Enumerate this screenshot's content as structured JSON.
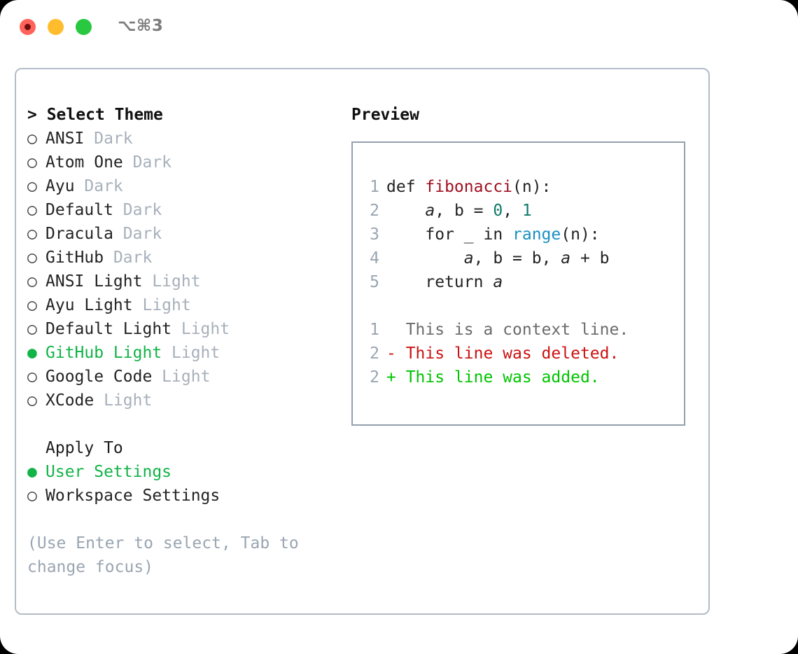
{
  "window": {
    "shortcut_label": "⌥⌘3",
    "traffic_lights": [
      {
        "name": "close",
        "color": "#ff625a"
      },
      {
        "name": "minimize",
        "color": "#ffbd2e"
      },
      {
        "name": "maximize",
        "color": "#28c840"
      }
    ]
  },
  "theme_picker": {
    "prompt_prefix": "> ",
    "title": "Select Theme",
    "marker_selected": "●",
    "marker_unselected": "○",
    "items": [
      {
        "name": "ANSI",
        "kind": "Dark",
        "selected": false
      },
      {
        "name": "Atom One",
        "kind": "Dark",
        "selected": false
      },
      {
        "name": "Ayu",
        "kind": "Dark",
        "selected": false
      },
      {
        "name": "Default",
        "kind": "Dark",
        "selected": false
      },
      {
        "name": "Dracula",
        "kind": "Dark",
        "selected": false
      },
      {
        "name": "GitHub",
        "kind": "Dark",
        "selected": false
      },
      {
        "name": "ANSI Light",
        "kind": "Light",
        "selected": false
      },
      {
        "name": "Ayu Light",
        "kind": "Light",
        "selected": false
      },
      {
        "name": "Default Light",
        "kind": "Light",
        "selected": false
      },
      {
        "name": "GitHub Light",
        "kind": "Light",
        "selected": true
      },
      {
        "name": "Google Code",
        "kind": "Light",
        "selected": false
      },
      {
        "name": "XCode",
        "kind": "Light",
        "selected": false
      }
    ]
  },
  "apply_to": {
    "title": "Apply To",
    "items": [
      {
        "name": "User Settings",
        "selected": true
      },
      {
        "name": "Workspace Settings",
        "selected": false
      }
    ]
  },
  "hint": {
    "line1": "(Use Enter to select, Tab to",
    "line2": "change focus)"
  },
  "preview": {
    "title": "Preview",
    "code": [
      {
        "lno": "1",
        "tokens": [
          {
            "t": "def ",
            "c": "plain"
          },
          {
            "t": "fibonacci",
            "c": "func"
          },
          {
            "t": "(n):",
            "c": "plain"
          }
        ]
      },
      {
        "lno": "2",
        "tokens": [
          {
            "t": "    ",
            "c": "plain"
          },
          {
            "t": "a",
            "c": "var"
          },
          {
            "t": ", ",
            "c": "plain"
          },
          {
            "t": "b",
            "c": "plain"
          },
          {
            "t": " = ",
            "c": "plain"
          },
          {
            "t": "0",
            "c": "num"
          },
          {
            "t": ", ",
            "c": "plain"
          },
          {
            "t": "1",
            "c": "num"
          }
        ]
      },
      {
        "lno": "3",
        "tokens": [
          {
            "t": "    for _ in ",
            "c": "plain"
          },
          {
            "t": "range",
            "c": "builtin"
          },
          {
            "t": "(n):",
            "c": "plain"
          }
        ]
      },
      {
        "lno": "4",
        "tokens": [
          {
            "t": "        ",
            "c": "plain"
          },
          {
            "t": "a",
            "c": "var"
          },
          {
            "t": ", b = b, ",
            "c": "plain"
          },
          {
            "t": "a",
            "c": "var"
          },
          {
            "t": " + b",
            "c": "plain"
          }
        ]
      },
      {
        "lno": "5",
        "tokens": [
          {
            "t": "    return ",
            "c": "plain"
          },
          {
            "t": "a",
            "c": "var"
          }
        ]
      }
    ],
    "diff": [
      {
        "lno": "1",
        "sign": "  ",
        "text": "This is a context line.",
        "kind": "context"
      },
      {
        "lno": "2",
        "sign": "- ",
        "text": "This line was deleted.",
        "kind": "del"
      },
      {
        "lno": "2",
        "sign": "+ ",
        "text": "This line was added.",
        "kind": "add"
      }
    ]
  },
  "colors": {
    "accent_green": "#12b347",
    "muted": "#a7b0bb",
    "hint": "#9aa5b1",
    "diff_add": "#00c400",
    "diff_del": "#cc1111",
    "panel_border": "#b3bcc7",
    "preview_border": "#93a0ae"
  }
}
